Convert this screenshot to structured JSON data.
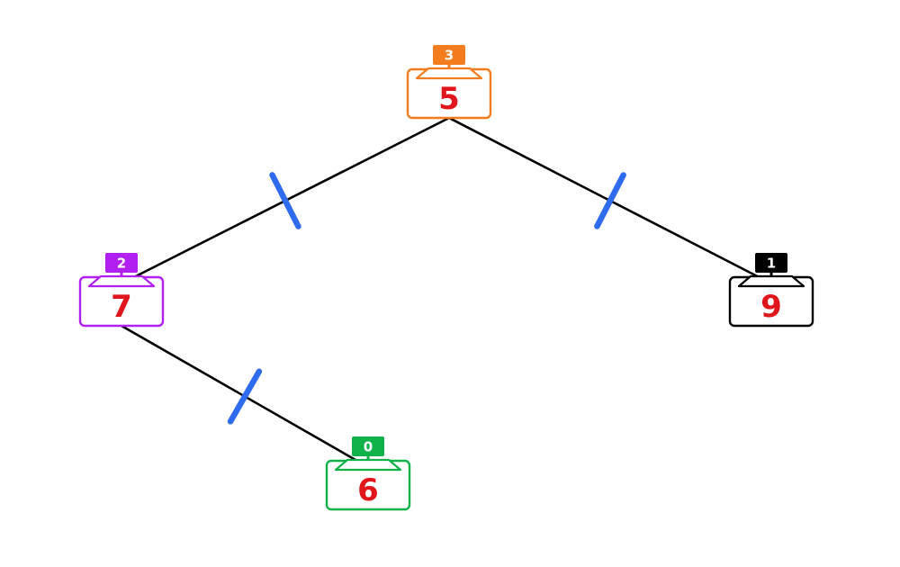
{
  "value_color": "#e0161c",
  "edge_color": "#000000",
  "edge_mark_color": "#2f6bef",
  "nodes": [
    {
      "key": "n3",
      "id_label": "3",
      "value": "5",
      "color": "#f27c1e",
      "icon": "computer-icon"
    },
    {
      "key": "n2",
      "id_label": "2",
      "value": "7",
      "color": "#b020f0",
      "icon": "computer-icon"
    },
    {
      "key": "n1",
      "id_label": "1",
      "value": "9",
      "color": "#000000",
      "icon": "computer-icon"
    },
    {
      "key": "n0",
      "id_label": "0",
      "value": "6",
      "color": "#12b24a",
      "icon": "computer-icon"
    }
  ],
  "edges": [
    {
      "from": "n3",
      "to": "n2",
      "marked": true
    },
    {
      "from": "n3",
      "to": "n1",
      "marked": true
    },
    {
      "from": "n2",
      "to": "n0",
      "marked": true
    }
  ]
}
